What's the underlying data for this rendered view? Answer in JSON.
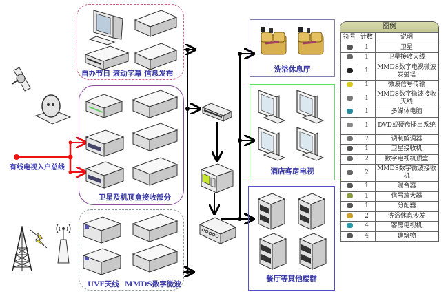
{
  "diagram": {
    "groups": {
      "self_program": {
        "label": "自办节目 滚动字幕 信息发布",
        "border_color": "#d06080"
      },
      "satellite": {
        "label": "卫星及机顶盒接收部分",
        "border_color": "#8a4a9a"
      },
      "microwave": {
        "labels": [
          "UVF天线",
          "MMDS数字微波"
        ],
        "border_color": "#8a9a9a"
      }
    },
    "input_line": {
      "label": "有线电视入户总线",
      "color": "#ee1111"
    },
    "rooms": [
      {
        "label": "洗浴休息厅",
        "border_color": "#8080b0"
      },
      {
        "label": "酒店客房电视",
        "border_color": "#66dd66"
      },
      {
        "label": "餐厅等其他楼群",
        "border_color": "#5050c8"
      }
    ],
    "devices": [
      "satellite-icon",
      "satellite-dish-icon",
      "transmission-tower-icon",
      "lightning-icon",
      "mmds-antenna-icon",
      "computer-icon",
      "dvd-player-icon",
      "modulator-icon",
      "satellite-receiver-icon",
      "set-top-box-icon",
      "mmds-receiver-icon",
      "mixer-icon",
      "amplifier-icon",
      "splitter-icon",
      "sofa-icon",
      "tv-icon",
      "building-icon"
    ]
  },
  "legend": {
    "title": "图例",
    "headers": [
      "符号",
      "计数",
      "说明"
    ],
    "rows": [
      {
        "icon": "satellite-icon",
        "count": "1",
        "desc": "卫星"
      },
      {
        "icon": "satellite-dish-icon",
        "count": "1",
        "desc": "卫星接收天线"
      },
      {
        "icon": "transmission-tower-icon",
        "count": "1",
        "desc": "MMDS数字电视微波发射塔"
      },
      {
        "icon": "lightning-icon",
        "count": "1",
        "desc": "微波信号传输"
      },
      {
        "icon": "mmds-antenna-icon",
        "count": "1",
        "desc": "MMDS数字微波接收天线"
      },
      {
        "icon": "computer-icon",
        "count": "1",
        "desc": "多媒体电脑"
      },
      {
        "icon": "dvd-player-icon",
        "count": "1",
        "desc": "DVD或硬盘播出系统"
      },
      {
        "icon": "modulator-icon",
        "count": "7",
        "desc": "调制解调器"
      },
      {
        "icon": "satellite-receiver-icon",
        "count": "1",
        "desc": "卫星接收机"
      },
      {
        "icon": "set-top-box-icon",
        "count": "2",
        "desc": "数字电视机顶盒"
      },
      {
        "icon": "mmds-receiver-icon",
        "count": "2",
        "desc": "MMDS数字微波接收机"
      },
      {
        "icon": "mixer-icon",
        "count": "1",
        "desc": "混合器"
      },
      {
        "icon": "amplifier-icon",
        "count": "1",
        "desc": "信号放大器"
      },
      {
        "icon": "splitter-icon",
        "count": "1",
        "desc": "分配器"
      },
      {
        "icon": "sofa-icon",
        "count": "2",
        "desc": "洗浴休息沙发"
      },
      {
        "icon": "tv-icon",
        "count": "4",
        "desc": "客房电视机"
      },
      {
        "icon": "building-icon",
        "count": "4",
        "desc": "建筑物"
      }
    ]
  }
}
